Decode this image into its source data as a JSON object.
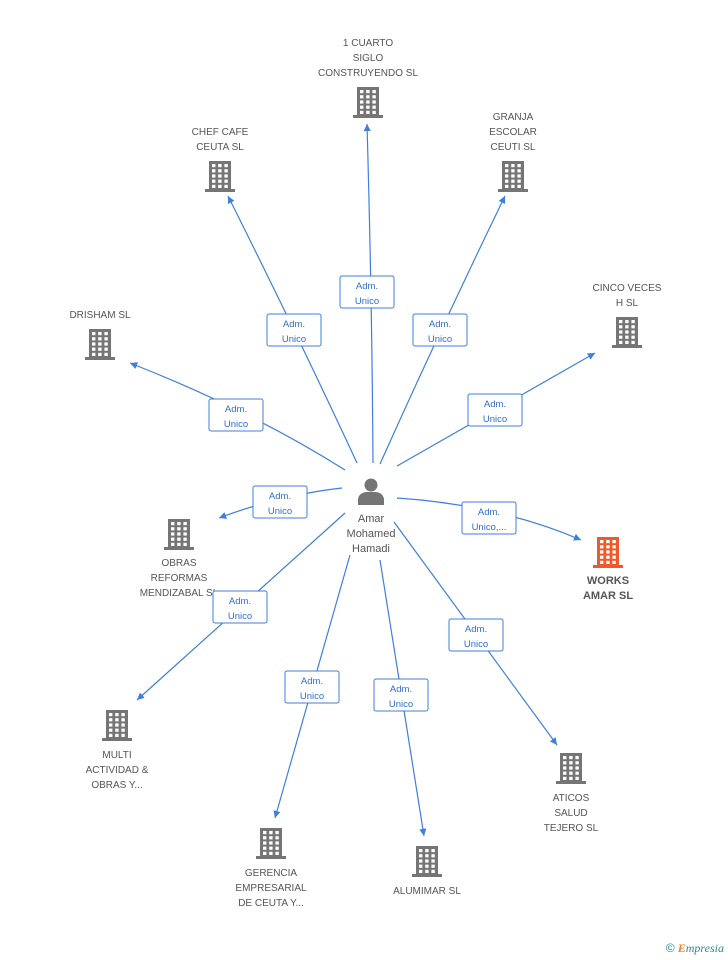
{
  "person": {
    "name_lines": [
      "Amar",
      "Mohamed",
      "Hamadi"
    ],
    "icon": "person-icon"
  },
  "companies": [
    {
      "id": "c1",
      "label_lines": [
        "1 CUARTO",
        "SIGLO",
        "CONSTRUYENDO SL"
      ],
      "icon": "building-icon"
    },
    {
      "id": "c2",
      "label_lines": [
        "CHEF CAFE",
        "CEUTA SL"
      ],
      "icon": "building-icon"
    },
    {
      "id": "c3",
      "label_lines": [
        "GRANJA",
        "ESCOLAR",
        "CEUTI SL"
      ],
      "icon": "building-icon"
    },
    {
      "id": "c4",
      "label_lines": [
        "CINCO VECES",
        "H  SL"
      ],
      "icon": "building-icon"
    },
    {
      "id": "c5",
      "label_lines": [
        "DRISHAM SL"
      ],
      "icon": "building-icon"
    },
    {
      "id": "c6",
      "label_lines": [
        "OBRAS",
        "REFORMAS",
        "MENDIZABAL SL"
      ],
      "icon": "building-icon"
    },
    {
      "id": "c7",
      "label_lines": [
        "WORKS",
        "AMAR SL"
      ],
      "icon": "building-icon",
      "highlight": true
    },
    {
      "id": "c8",
      "label_lines": [
        "MULTI",
        "ACTIVIDAD &",
        "OBRAS Y..."
      ],
      "icon": "building-icon"
    },
    {
      "id": "c9",
      "label_lines": [
        "ATICOS",
        "SALUD",
        "TEJERO SL"
      ],
      "icon": "building-icon"
    },
    {
      "id": "c10",
      "label_lines": [
        "GERENCIA",
        "EMPRESARIAL",
        "DE CEUTA Y..."
      ],
      "icon": "building-icon"
    },
    {
      "id": "c11",
      "label_lines": [
        "ALUMIMAR  SL"
      ],
      "icon": "building-icon"
    }
  ],
  "relations": [
    {
      "to": "c1",
      "label_lines": [
        "Adm.",
        "Unico"
      ]
    },
    {
      "to": "c2",
      "label_lines": [
        "Adm.",
        "Unico"
      ]
    },
    {
      "to": "c3",
      "label_lines": [
        "Adm.",
        "Unico"
      ]
    },
    {
      "to": "c4",
      "label_lines": [
        "Adm.",
        "Unico"
      ]
    },
    {
      "to": "c5",
      "label_lines": [
        "Adm.",
        "Unico"
      ]
    },
    {
      "to": "c6",
      "label_lines": [
        "Adm.",
        "Unico"
      ]
    },
    {
      "to": "c7",
      "label_lines": [
        "Adm.",
        "Unico,..."
      ]
    },
    {
      "to": "c8",
      "label_lines": [
        "Adm.",
        "Unico"
      ]
    },
    {
      "to": "c9",
      "label_lines": [
        "Adm.",
        "Unico"
      ]
    },
    {
      "to": "c10",
      "label_lines": [
        "Adm.",
        "Unico"
      ]
    },
    {
      "to": "c11",
      "label_lines": [
        "Adm.",
        "Unico"
      ]
    }
  ],
  "colors": {
    "edge": "#3f7fdc",
    "building": "#757575",
    "highlight_building": "#f05a2a",
    "person": "#757575"
  },
  "footer": {
    "copyright_symbol": "©",
    "brand_initial": "E",
    "brand_rest": "mpresia"
  }
}
